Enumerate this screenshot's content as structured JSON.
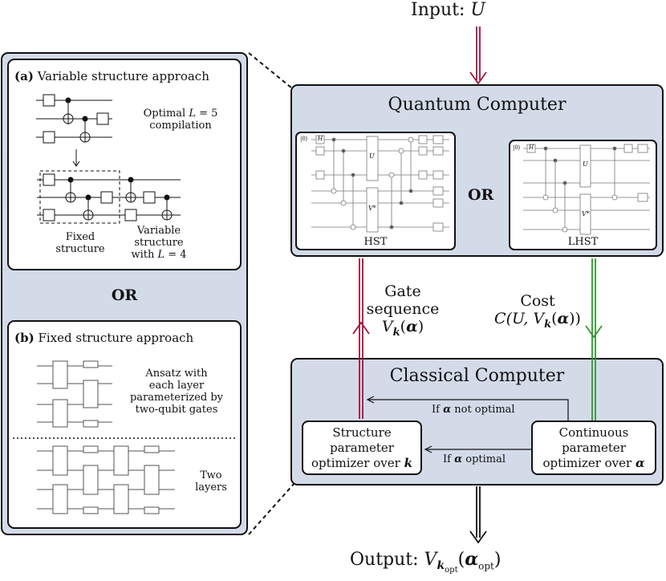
{
  "input_label": {
    "text": "Input: ",
    "var": "U"
  },
  "output_label": {
    "text": "Output: ",
    "var": "V",
    "sub": "k",
    "subsub": "opt",
    "arg": "α",
    "argsub": "opt"
  },
  "quantum": {
    "title": "Quantum Computer",
    "or_text": "OR",
    "hst": {
      "caption": "HST",
      "u_label": "U",
      "v_label": "V*"
    },
    "lhst": {
      "caption": "LHST",
      "u_label": "U",
      "v_label": "V*"
    },
    "ket_zero": "|0⟩",
    "h_gate": "H"
  },
  "classical": {
    "title": "Classical Computer",
    "structure_opt": {
      "line1": "Structure",
      "line2": "parameter",
      "line3": "optimizer over ",
      "var": "k"
    },
    "continuous_opt": {
      "line1": "Continuous",
      "line2": "parameter",
      "line3": "optimizer over ",
      "var": "α"
    },
    "if_not_optimal": {
      "pre": "If ",
      "var": "α",
      "post": " not optimal"
    },
    "if_optimal": {
      "pre": "If ",
      "var": "α",
      "post": " optimal"
    }
  },
  "gate_sequence": {
    "line1": "Gate",
    "line2": "sequence",
    "var": "V",
    "sub": "k",
    "arg": "α"
  },
  "cost": {
    "line1": "Cost",
    "formula_pre": "C(U, V",
    "sub": "k",
    "arg": "α",
    "formula_post": ")"
  },
  "left_panel": {
    "or_text": "OR",
    "a": {
      "tag": "(a)",
      "title": "Variable structure approach",
      "note_line1": "Optimal ",
      "note_var": "L",
      "note_eq": " = 5",
      "note_line2": "compilation",
      "fixed_line1": "Fixed",
      "fixed_line2": "structure",
      "variable_line1": "Variable",
      "variable_line2": "structure",
      "variable_line3_pre": "with ",
      "variable_var": "L",
      "variable_line3_post": " = 4"
    },
    "b": {
      "tag": "(b)",
      "title": "Fixed structure approach",
      "ansatz_lines": [
        "Ansatz with",
        "each layer",
        "parameterized by",
        "two-qubit gates"
      ],
      "two_layers_lines": [
        "Two",
        "layers"
      ]
    }
  },
  "colors": {
    "panel_fill": "#d3dbe9",
    "red_arrow": "#a3123a",
    "green_arrow": "#2e9a2e",
    "border": "#111111"
  }
}
